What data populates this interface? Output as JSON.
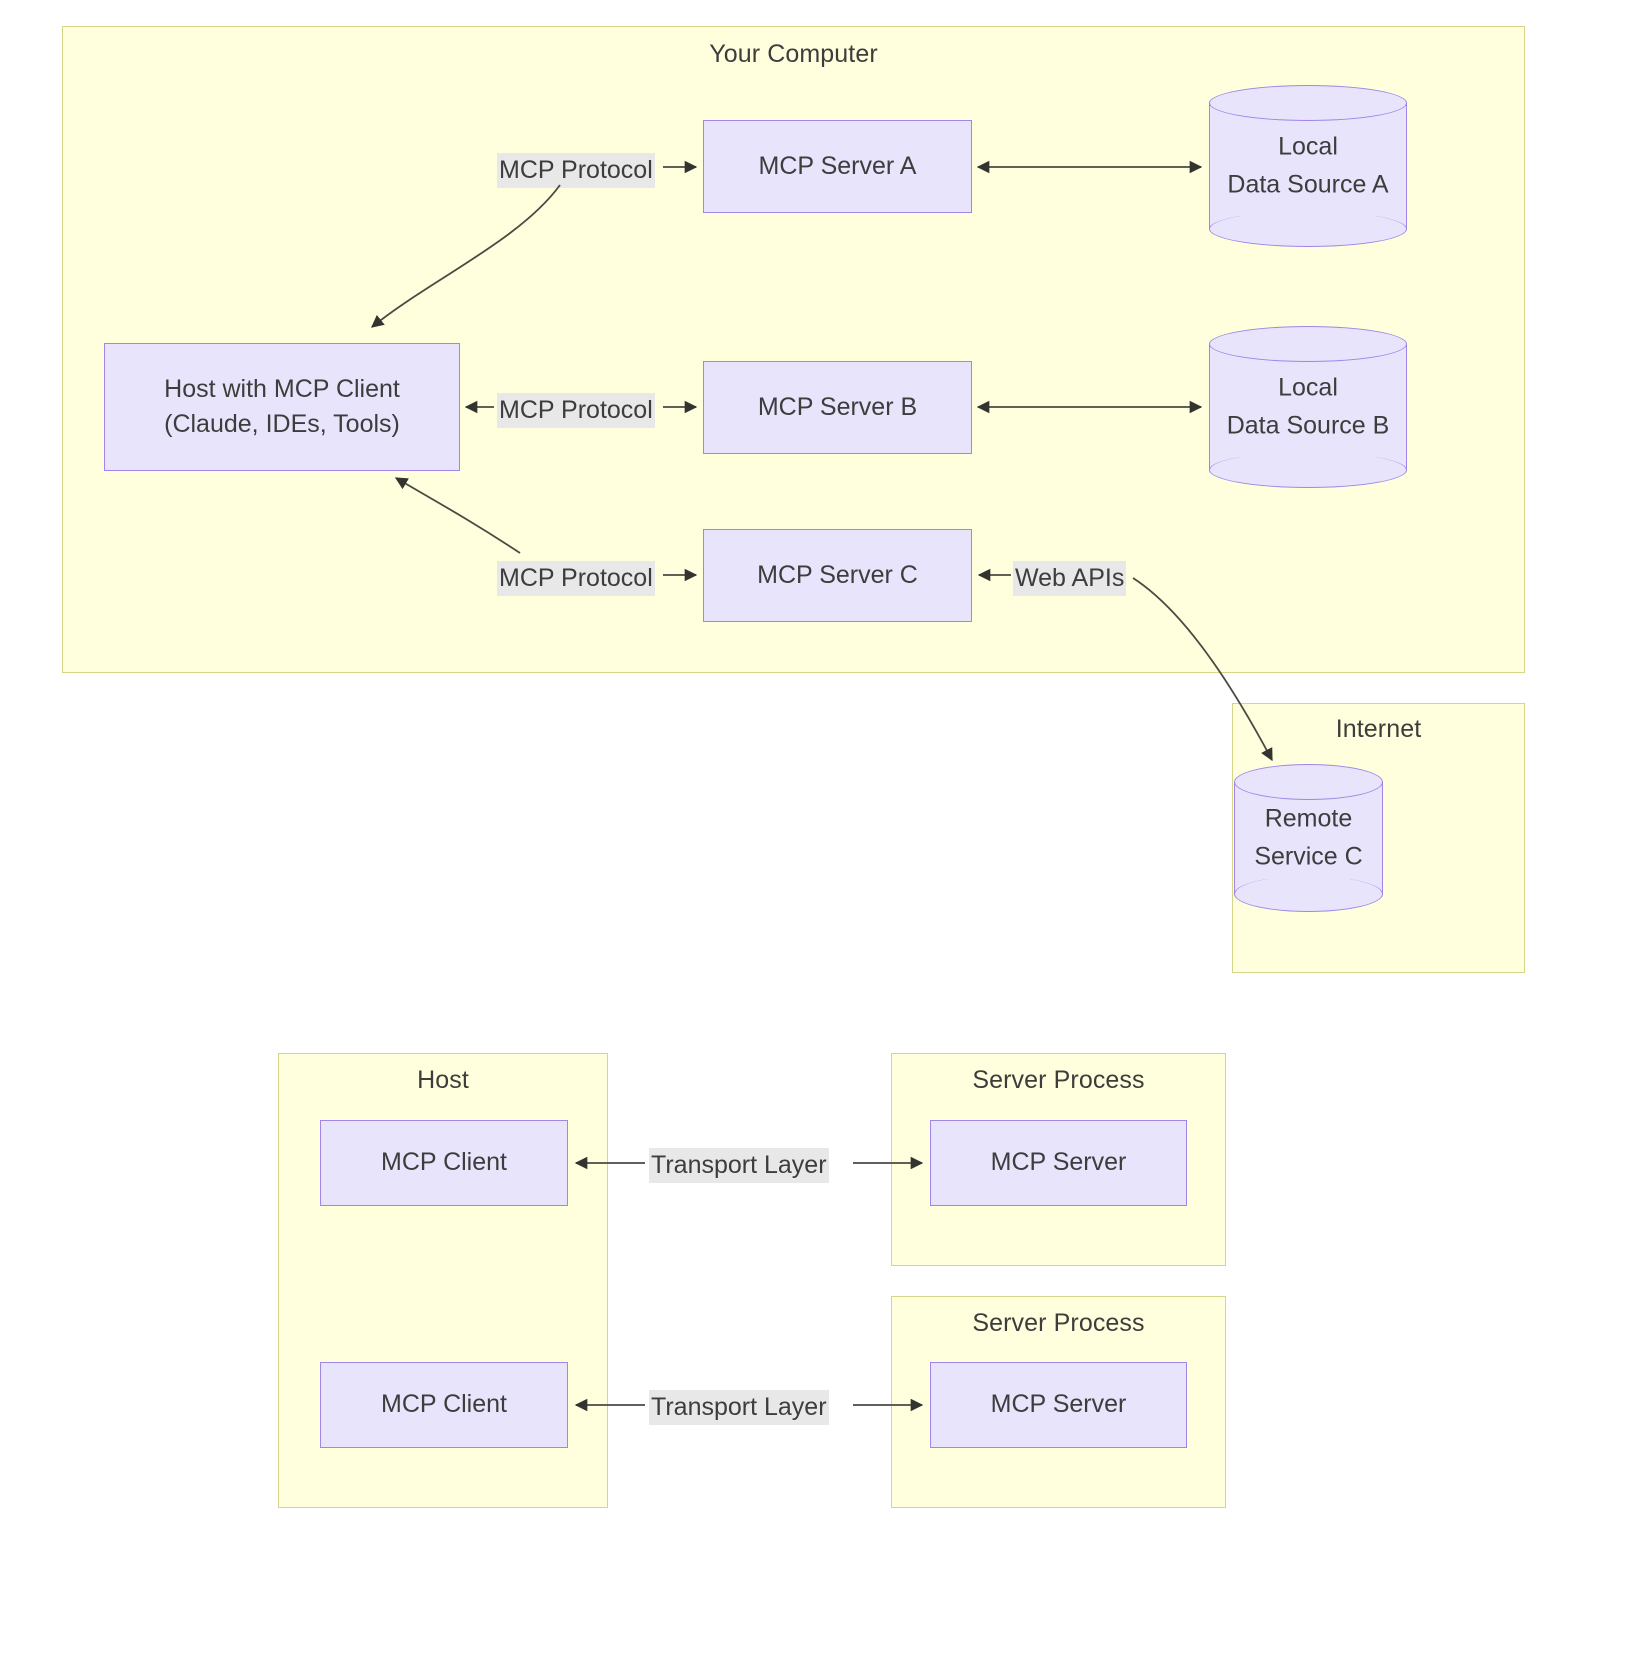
{
  "diagram": {
    "title_top": "Your Computer",
    "title_internet": "Internet",
    "top_section": {
      "container_label": "Your Computer",
      "nodes": [
        {
          "id": "host",
          "label_line1": "Host with MCP Client",
          "label_line2": "(Claude, IDEs, Tools)",
          "shape": "rect"
        },
        {
          "id": "server_a",
          "label_line1": "MCP Server A",
          "label_line2": "",
          "shape": "rect"
        },
        {
          "id": "server_b",
          "label_line1": "MCP Server B",
          "label_line2": "",
          "shape": "rect"
        },
        {
          "id": "server_c",
          "label_line1": "MCP Server C",
          "label_line2": "",
          "shape": "rect"
        },
        {
          "id": "ds_a",
          "label_line1": "Local",
          "label_line2": "Data Source A",
          "shape": "cylinder"
        },
        {
          "id": "ds_b",
          "label_line1": "Local",
          "label_line2": "Data Source B",
          "shape": "cylinder"
        }
      ],
      "edge_labels": [
        {
          "id": "e_host_a",
          "text": "MCP Protocol"
        },
        {
          "id": "e_host_b",
          "text": "MCP Protocol"
        },
        {
          "id": "e_host_c",
          "text": "MCP Protocol"
        },
        {
          "id": "e_web_apis",
          "text": "Web APIs"
        }
      ]
    },
    "internet_section": {
      "container_label": "Internet",
      "nodes": [
        {
          "id": "remote_c",
          "label_line1": "Remote",
          "label_line2": "Service C",
          "shape": "cylinder"
        }
      ]
    },
    "bottom_section": {
      "host_container_label": "Host",
      "server_process_label_1": "Server Process",
      "server_process_label_2": "Server Process",
      "client_label_1": "MCP Client",
      "client_label_2": "MCP Client",
      "server_label_1": "MCP Server",
      "server_label_2": "MCP Server",
      "transport_label_1": "Transport Layer",
      "transport_label_2": "Transport Layer"
    },
    "colors": {
      "subgraph_fill": "#ffffdd",
      "subgraph_border": "#d6d68b",
      "node_fill": "#e8e4fb",
      "node_border": "#9f86e8",
      "edge_label_bg": "#e8e8e8",
      "text": "#3d3d3d",
      "edge_stroke": "#4a4a42"
    }
  }
}
